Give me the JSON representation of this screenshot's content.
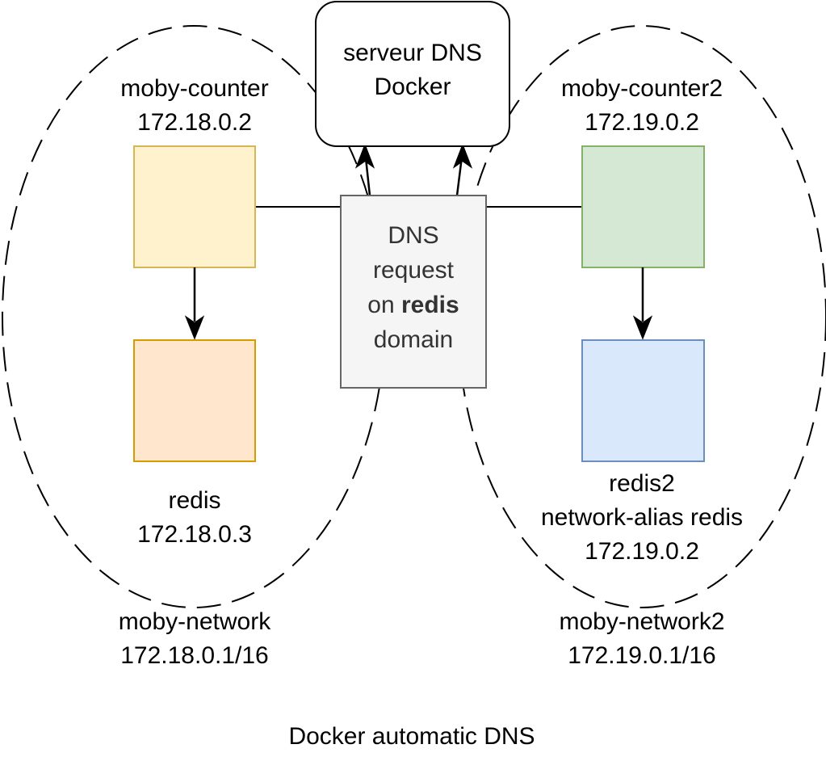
{
  "dns_server": {
    "line1": "serveur DNS",
    "line2": "Docker"
  },
  "dns_request": {
    "line1": "DNS",
    "line2": "request",
    "line3_prefix": "on ",
    "line3_bold": "redis",
    "line4": "domain"
  },
  "left_network": {
    "counter_name": "moby-counter",
    "counter_ip": "172.18.0.2",
    "redis_name": "redis",
    "redis_ip": "172.18.0.3",
    "network_name": "moby-network",
    "network_subnet": "172.18.0.1/16",
    "counter_fill": "#fff2cc",
    "counter_stroke": "#d6b656",
    "redis_fill": "#ffe6cc",
    "redis_stroke": "#d79b00"
  },
  "right_network": {
    "counter_name": "moby-counter2",
    "counter_ip": "172.19.0.2",
    "redis_name": "redis2",
    "redis_alias": "network-alias redis",
    "redis_ip": "172.19.0.2",
    "network_name": "moby-network2",
    "network_subnet": "172.19.0.1/16",
    "counter_fill": "#d5e8d4",
    "counter_stroke": "#82b366",
    "redis_fill": "#dae8fc",
    "redis_stroke": "#6c8ebf"
  },
  "dns_request_fill": "#f5f5f5",
  "dns_request_stroke": "#666666",
  "caption": "Docker automatic DNS"
}
